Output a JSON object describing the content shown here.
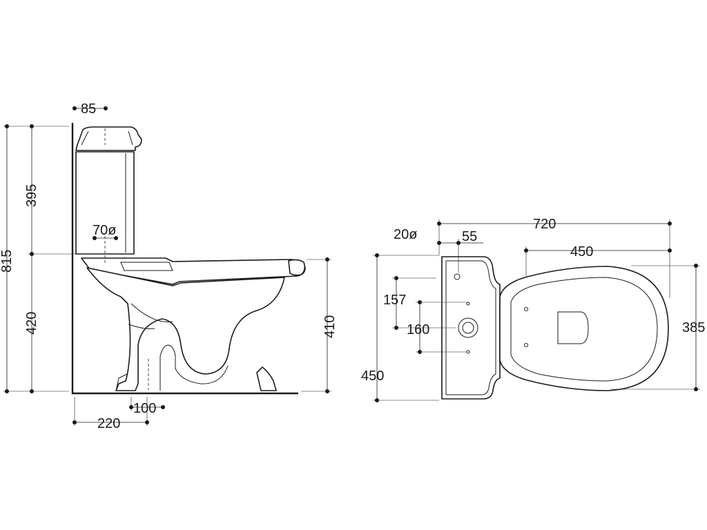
{
  "side_view": {
    "dim_85": "85",
    "dim_395": "395",
    "dim_70": "70ø",
    "dim_815": "815",
    "dim_420": "420",
    "dim_410": "410",
    "dim_100": "100",
    "dim_220": "220"
  },
  "top_view": {
    "dim_720": "720",
    "dim_20": "20ø",
    "dim_55": "55",
    "dim_450_top": "450",
    "dim_157": "157",
    "dim_160": "160",
    "dim_385": "385",
    "dim_450_left": "450"
  }
}
